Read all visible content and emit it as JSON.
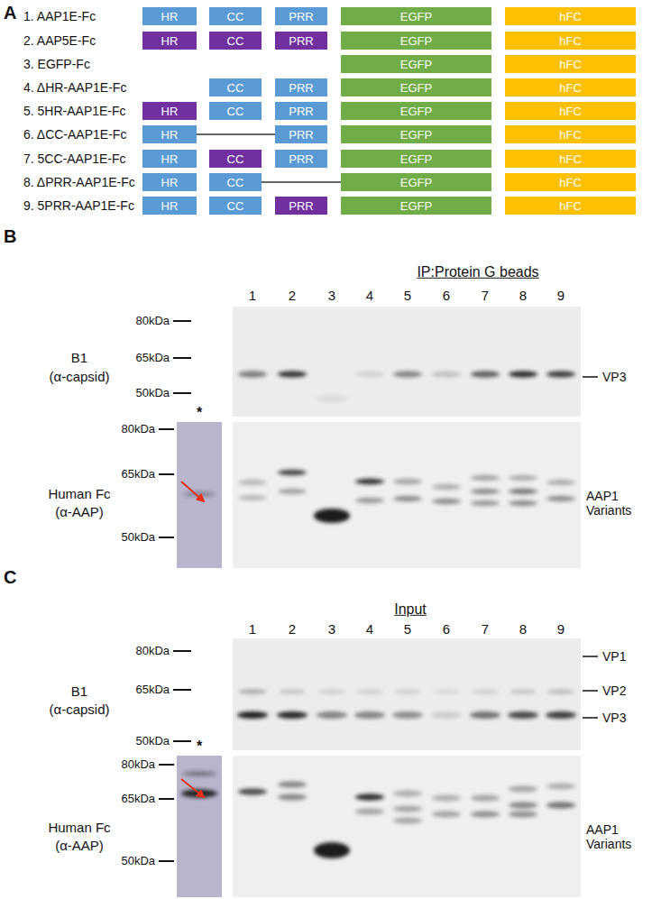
{
  "diagram": {
    "nodes": [
      {
        "text": [
          "HR"
        ]
      },
      {
        "text": [
          "CC"
        ]
      },
      {
        "text": [
          "PRR"
        ]
      },
      {
        "text": [
          "EGFP"
        ]
      },
      {
        "text": [
          "hFC"
        ]
      },
      {
        "text": [
          "HR"
        ]
      },
      {
        "text": [
          "CC"
        ]
      },
      {
        "text": [
          "PRR"
        ]
      },
      {
        "text": [
          "EGFP"
        ]
      },
      {
        "text": [
          "hFC"
        ]
      },
      {
        "text": [
          "EGFP"
        ]
      },
      {
        "text": [
          "hFC"
        ]
      },
      {
        "text": [
          "CC"
        ]
      },
      {
        "text": [
          "PRR"
        ]
      },
      {
        "text": [
          "EGFP"
        ]
      },
      {
        "text": [
          "hFC"
        ]
      },
      {
        "text": [
          "HR"
        ]
      },
      {
        "text": [
          "CC"
        ]
      },
      {
        "text": [
          "PRR"
        ]
      },
      {
        "text": [
          "EGFP"
        ]
      },
      {
        "text": [
          "hFC"
        ]
      },
      {
        "text": [
          "HR"
        ]
      },
      {
        "text": [
          "PRR"
        ]
      },
      {
        "text": [
          "EGFP"
        ]
      },
      {
        "text": [
          "hFC"
        ]
      },
      {
        "text": [
          "HR"
        ]
      },
      {
        "text": [
          "CC"
        ]
      },
      {
        "text": [
          "PRR"
        ]
      },
      {
        "text": [
          "EGFP"
        ]
      },
      {
        "text": [
          "hFC"
        ]
      },
      {
        "text": [
          "HR"
        ]
      },
      {
        "text": [
          "CC"
        ]
      },
      {
        "text": [
          "EGFP"
        ]
      },
      {
        "text": [
          "hFC"
        ]
      },
      {
        "text": [
          "HR"
        ]
      },
      {
        "text": [
          "CC"
        ]
      },
      {
        "text": [
          "PRR"
        ]
      },
      {
        "text": [
          "EGFP"
        ]
      },
      {
        "text": [
          "hFC"
        ]
      }
    ],
    "edges": [
      {
        "from": 21,
        "to": 22,
        "arrow": "none"
      },
      {
        "from": 31,
        "to": 32,
        "arrow": "none"
      }
    ],
    "labels": [
      "A",
      "1. AAP1E-Fc",
      "2. AAP5E-Fc",
      "3. EGFP-Fc",
      "4. ΔHR-AAP1E-Fc",
      "5. 5HR-AAP1E-Fc",
      "6. ΔCC-AAP1E-Fc",
      "7. 5CC-AAP1E-Fc",
      "8. ΔPRR-AAP1E-Fc",
      "9. 5PRR-AAP1E-Fc",
      "B",
      "IP:Protein G beads",
      "1",
      "2",
      "3",
      "4",
      "5",
      "6",
      "7",
      "8",
      "9",
      "B1",
      "(α-capsid)",
      "80kDa",
      "65kDa",
      "50kDa",
      "VP3",
      "*",
      "Human Fc",
      "(α-AAP)",
      "80kDa",
      "65kDa",
      "50kDa",
      "AAP1 Variants",
      "C",
      "Input",
      "1",
      "2",
      "3",
      "4",
      "5",
      "6",
      "7",
      "8",
      "9",
      "B1",
      "(α-capsid)",
      "80kDa",
      "65kDa",
      "50kDa",
      "VP1",
      "VP2",
      "VP3",
      "*",
      "Human Fc",
      "(α-AAP)",
      "80kDa",
      "65kDa",
      "50kDa",
      "AAP1 Variants"
    ]
  }
}
